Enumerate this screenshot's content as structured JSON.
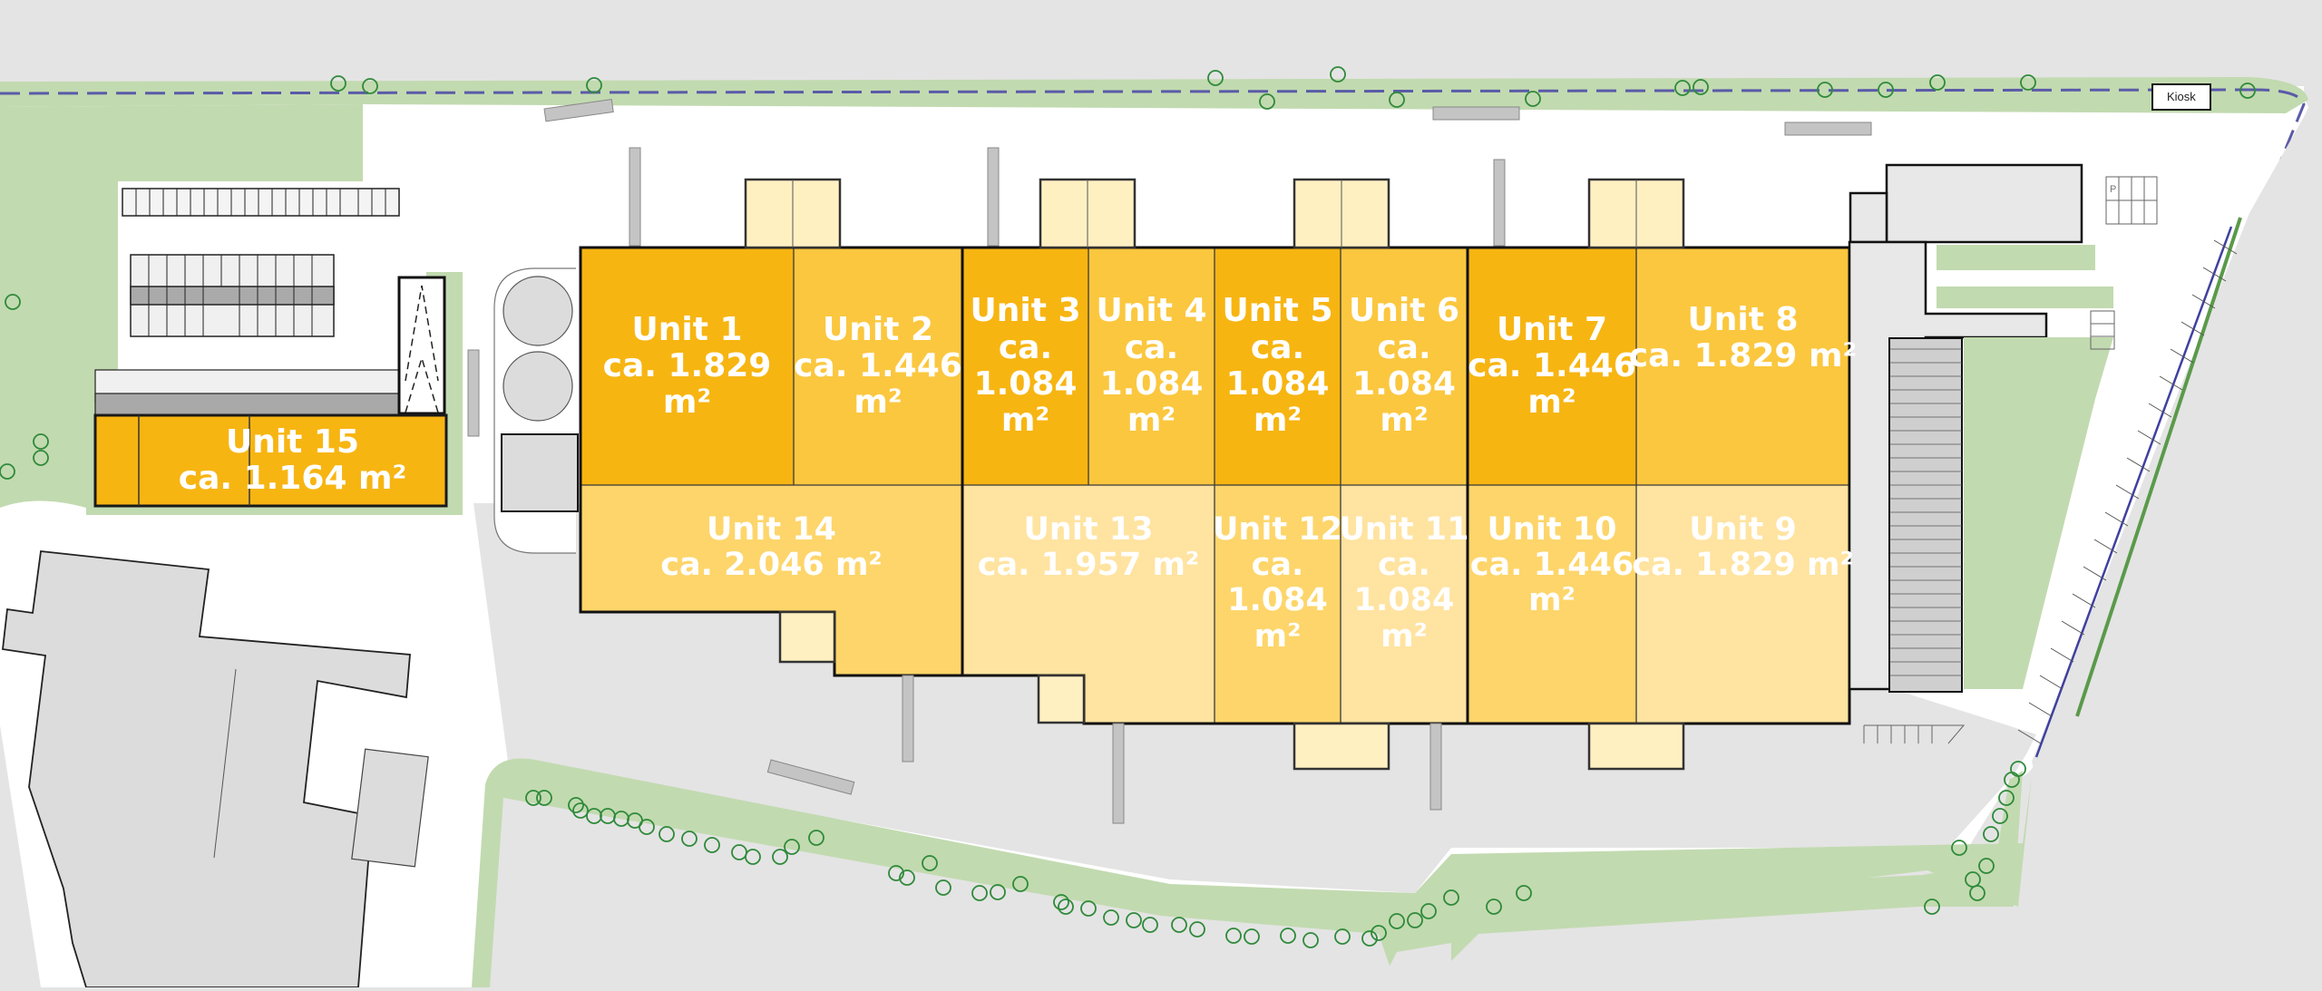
{
  "site_plan": {
    "colors": {
      "background": "#e4e4e4",
      "site_ground": "#ffffff",
      "green_area": "#c2dab0",
      "tree_outline": "#2f8a3a",
      "building_outline": "#1a1a1a",
      "neighbor_buildings": "#dcdcdc",
      "unit_dark": "#f7b512",
      "unit_medium": "#fbc73f",
      "unit_light": "#fdd56a",
      "unit_pale": "#ffe3a0",
      "office_fill": "#fff0c2",
      "fence_line": "#5a5aa8"
    },
    "units": [
      {
        "id": "unit-1",
        "name": "Unit 1",
        "area_lines": [
          "ca. 1.829",
          "m²"
        ],
        "shade": "dark"
      },
      {
        "id": "unit-2",
        "name": "Unit 2",
        "area_lines": [
          "ca. 1.446",
          "m²"
        ],
        "shade": "medium"
      },
      {
        "id": "unit-3",
        "name": "Unit 3",
        "area_lines": [
          "ca.",
          "1.084",
          "m²"
        ],
        "shade": "dark"
      },
      {
        "id": "unit-4",
        "name": "Unit 4",
        "area_lines": [
          "ca.",
          "1.084",
          "m²"
        ],
        "shade": "medium"
      },
      {
        "id": "unit-5",
        "name": "Unit 5",
        "area_lines": [
          "ca.",
          "1.084",
          "m²"
        ],
        "shade": "dark"
      },
      {
        "id": "unit-6",
        "name": "Unit 6",
        "area_lines": [
          "ca.",
          "1.084",
          "m²"
        ],
        "shade": "medium"
      },
      {
        "id": "unit-7",
        "name": "Unit 7",
        "area_lines": [
          "ca. 1.446",
          "m²"
        ],
        "shade": "dark"
      },
      {
        "id": "unit-8",
        "name": "Unit 8",
        "area_lines": [
          "ca. 1.829 m²"
        ],
        "shade": "medium"
      },
      {
        "id": "unit-9",
        "name": "Unit 9",
        "area_lines": [
          "ca. 1.829 m²"
        ],
        "shade": "pale"
      },
      {
        "id": "unit-10",
        "name": "Unit 10",
        "area_lines": [
          "ca. 1.446",
          "m²"
        ],
        "shade": "light"
      },
      {
        "id": "unit-11",
        "name": "Unit 11",
        "area_lines": [
          "ca.",
          "1.084",
          "m²"
        ],
        "shade": "pale"
      },
      {
        "id": "unit-12",
        "name": "Unit 12",
        "area_lines": [
          "ca.",
          "1.084",
          "m²"
        ],
        "shade": "light"
      },
      {
        "id": "unit-13",
        "name": "Unit 13",
        "area_lines": [
          "ca. 1.957 m²"
        ],
        "shade": "pale"
      },
      {
        "id": "unit-14",
        "name": "Unit 14",
        "area_lines": [
          "ca. 2.046 m²"
        ],
        "shade": "light"
      },
      {
        "id": "unit-15",
        "name": "Unit 15",
        "area_lines": [
          "ca. 1.164 m²"
        ],
        "shade": "dark"
      }
    ],
    "labels": {
      "kiosk": "Kiosk",
      "parking_symbol": "P"
    }
  }
}
